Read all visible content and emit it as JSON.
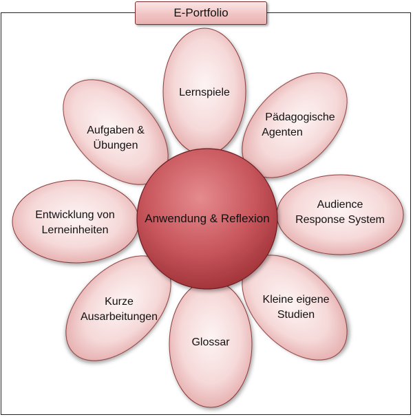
{
  "title": "E-Portfolio",
  "center": "Anwendung & Reflexion",
  "petals": [
    {
      "lines": [
        "Lernspiele"
      ]
    },
    {
      "lines": [
        "Pädagogische",
        "Agenten"
      ]
    },
    {
      "lines": [
        "Audience",
        "Response System"
      ]
    },
    {
      "lines": [
        "Kleine eigene",
        "Studien"
      ]
    },
    {
      "lines": [
        "Glossar"
      ]
    },
    {
      "lines": [
        "Kurze",
        "Ausarbeitungen"
      ]
    },
    {
      "lines": [
        "Entwicklung von",
        "Lerneinheiten"
      ]
    },
    {
      "lines": [
        "Aufgaben &",
        "Übungen"
      ]
    }
  ],
  "colors": {
    "petal_light": "#fdf4f4",
    "petal_dark": "#e3a7a7",
    "petal_stroke": "#8a3a3a",
    "center_light": "#e07e82",
    "center_dark": "#a8353b",
    "center_stroke": "#6e1f23"
  }
}
